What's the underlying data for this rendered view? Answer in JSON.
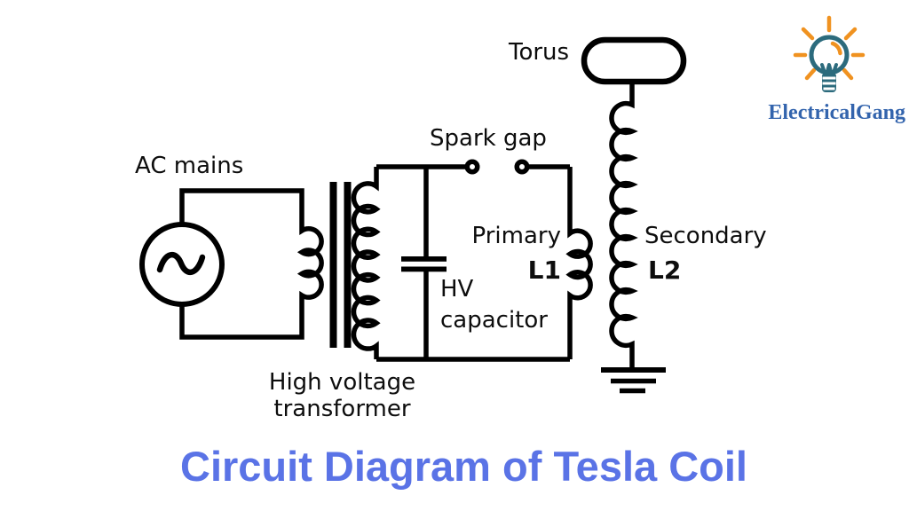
{
  "title": {
    "text": "Circuit Diagram of Tesla Coil",
    "color": "#5a73e6"
  },
  "logo": {
    "text": "ElectricalGang",
    "text_color": "#3364ad",
    "bulb_color": "#2c6b7d",
    "ray_color": "#f09220"
  },
  "diagram": {
    "line_color": "#000000",
    "background": "#ffffff",
    "labels": {
      "ac_mains": "AC mains",
      "transformer_line1": "High voltage",
      "transformer_line2": "transformer",
      "spark_gap": "Spark gap",
      "hv_capacitor_line1": "HV",
      "hv_capacitor_line2": "capacitor",
      "primary": "Primary",
      "primary_ref": "L1",
      "secondary": "Secondary",
      "secondary_ref": "L2",
      "torus": "Torus"
    }
  }
}
